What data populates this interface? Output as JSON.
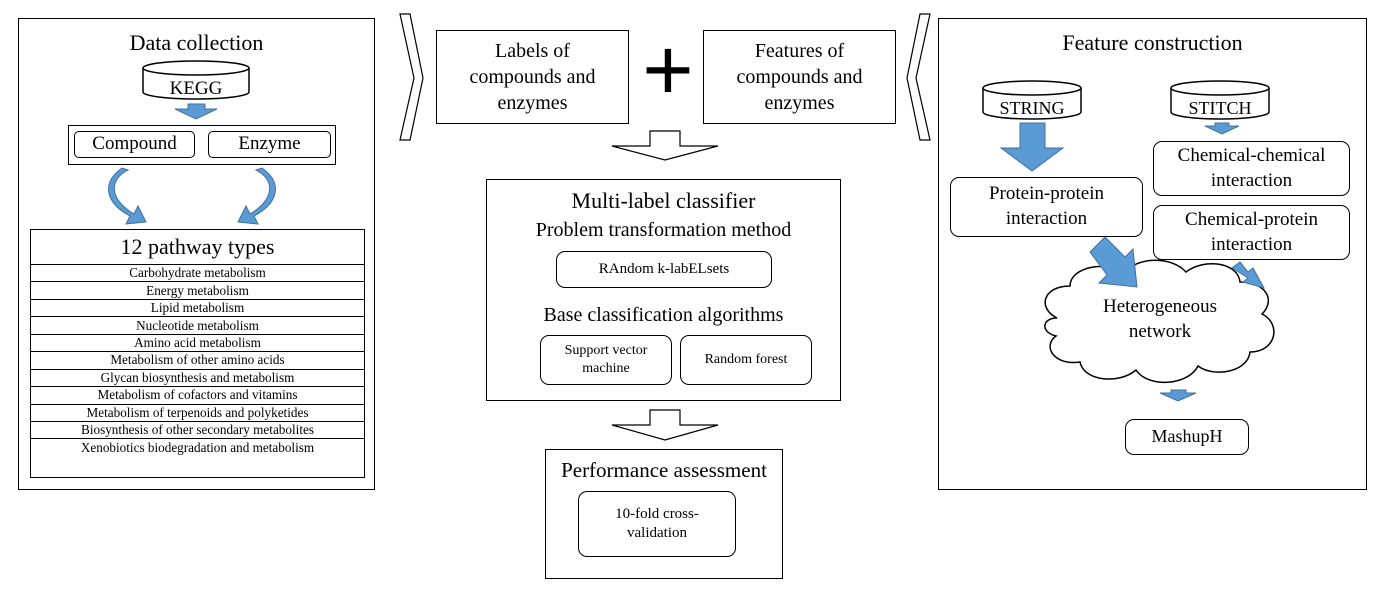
{
  "left": {
    "title": "Data collection",
    "database": "KEGG",
    "compound": "Compound",
    "enzyme": "Enzyme",
    "pathway_title": "12 pathway types",
    "pathways": [
      "Carbohydrate metabolism",
      "Energy metabolism",
      "Lipid metabolism",
      "Nucleotide metabolism",
      "Amino acid metabolism",
      "Metabolism of other amino acids",
      "Glycan biosynthesis and metabolism",
      "Metabolism of cofactors and vitamins",
      "Metabolism of terpenoids and polyketides",
      "Biosynthesis of other secondary metabolites",
      "Xenobiotics biodegradation and metabolism"
    ]
  },
  "center": {
    "labels_box": "Labels of compounds and enzymes",
    "plus": "+",
    "features_box": "Features of compounds and enzymes",
    "classifier_title": "Multi-label classifier",
    "problem_transformation": "Problem transformation method",
    "rakel": "RAndom k-labELsets",
    "base_algorithms": "Base classification algorithms",
    "svm": "Support vector machine",
    "rf": "Random forest",
    "assessment_title": "Performance assessment",
    "cv": "10-fold cross-validation"
  },
  "right": {
    "title": "Feature construction",
    "string": "STRING",
    "stitch": "STITCH",
    "ppi": "Protein-protein interaction",
    "cci": "Chemical-chemical interaction",
    "cpi": "Chemical-protein interaction",
    "network": "Heterogeneous network",
    "mashup": "MashupH"
  },
  "colors": {
    "arrow_fill": "#5b9bd5",
    "arrow_stroke": "#41719c",
    "outline": "#000000",
    "background": "#ffffff"
  }
}
